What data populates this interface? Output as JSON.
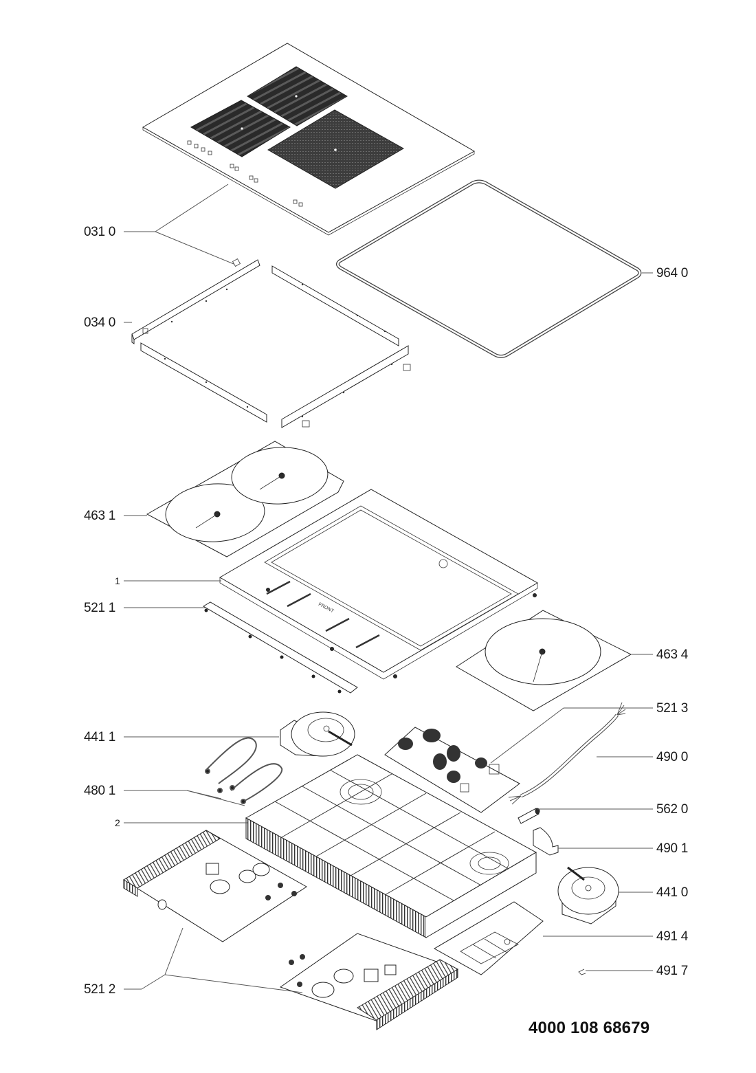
{
  "diagram": {
    "type": "exploded-parts-view",
    "subject": "induction hob",
    "document_number": "4000 108 68679",
    "callouts": [
      {
        "id": "031 0",
        "side": "left",
        "part": "glass ceramic top"
      },
      {
        "id": "034 0",
        "side": "left",
        "part": "side frame rails with clips"
      },
      {
        "id": "964 0",
        "side": "right",
        "part": "seal gasket"
      },
      {
        "id": "463 1",
        "side": "left",
        "part": "double induction coil plate"
      },
      {
        "id": "1",
        "side": "left",
        "part": "carrier tray"
      },
      {
        "id": "521 1",
        "side": "left",
        "part": "control board strip"
      },
      {
        "id": "463 4",
        "side": "right",
        "part": "single induction coil plate"
      },
      {
        "id": "521 3",
        "side": "right",
        "part": "filter board"
      },
      {
        "id": "441 1",
        "side": "left",
        "part": "cooling fan"
      },
      {
        "id": "490 0",
        "side": "right",
        "part": "power cable"
      },
      {
        "id": "480 1",
        "side": "left",
        "part": "wiring harnesses"
      },
      {
        "id": "562 0",
        "side": "right",
        "part": "fuse"
      },
      {
        "id": "2",
        "side": "left",
        "part": "bottom housing"
      },
      {
        "id": "490 1",
        "side": "right",
        "part": "cable clamp"
      },
      {
        "id": "441 0",
        "side": "right",
        "part": "cooling fan"
      },
      {
        "id": "491 4",
        "side": "right",
        "part": "terminal block plate"
      },
      {
        "id": "521 2",
        "side": "left",
        "part": "power boards with heatsinks"
      },
      {
        "id": "491 7",
        "side": "right",
        "part": "clip"
      }
    ],
    "inline_text": {
      "front_marking": "FRONT"
    }
  }
}
